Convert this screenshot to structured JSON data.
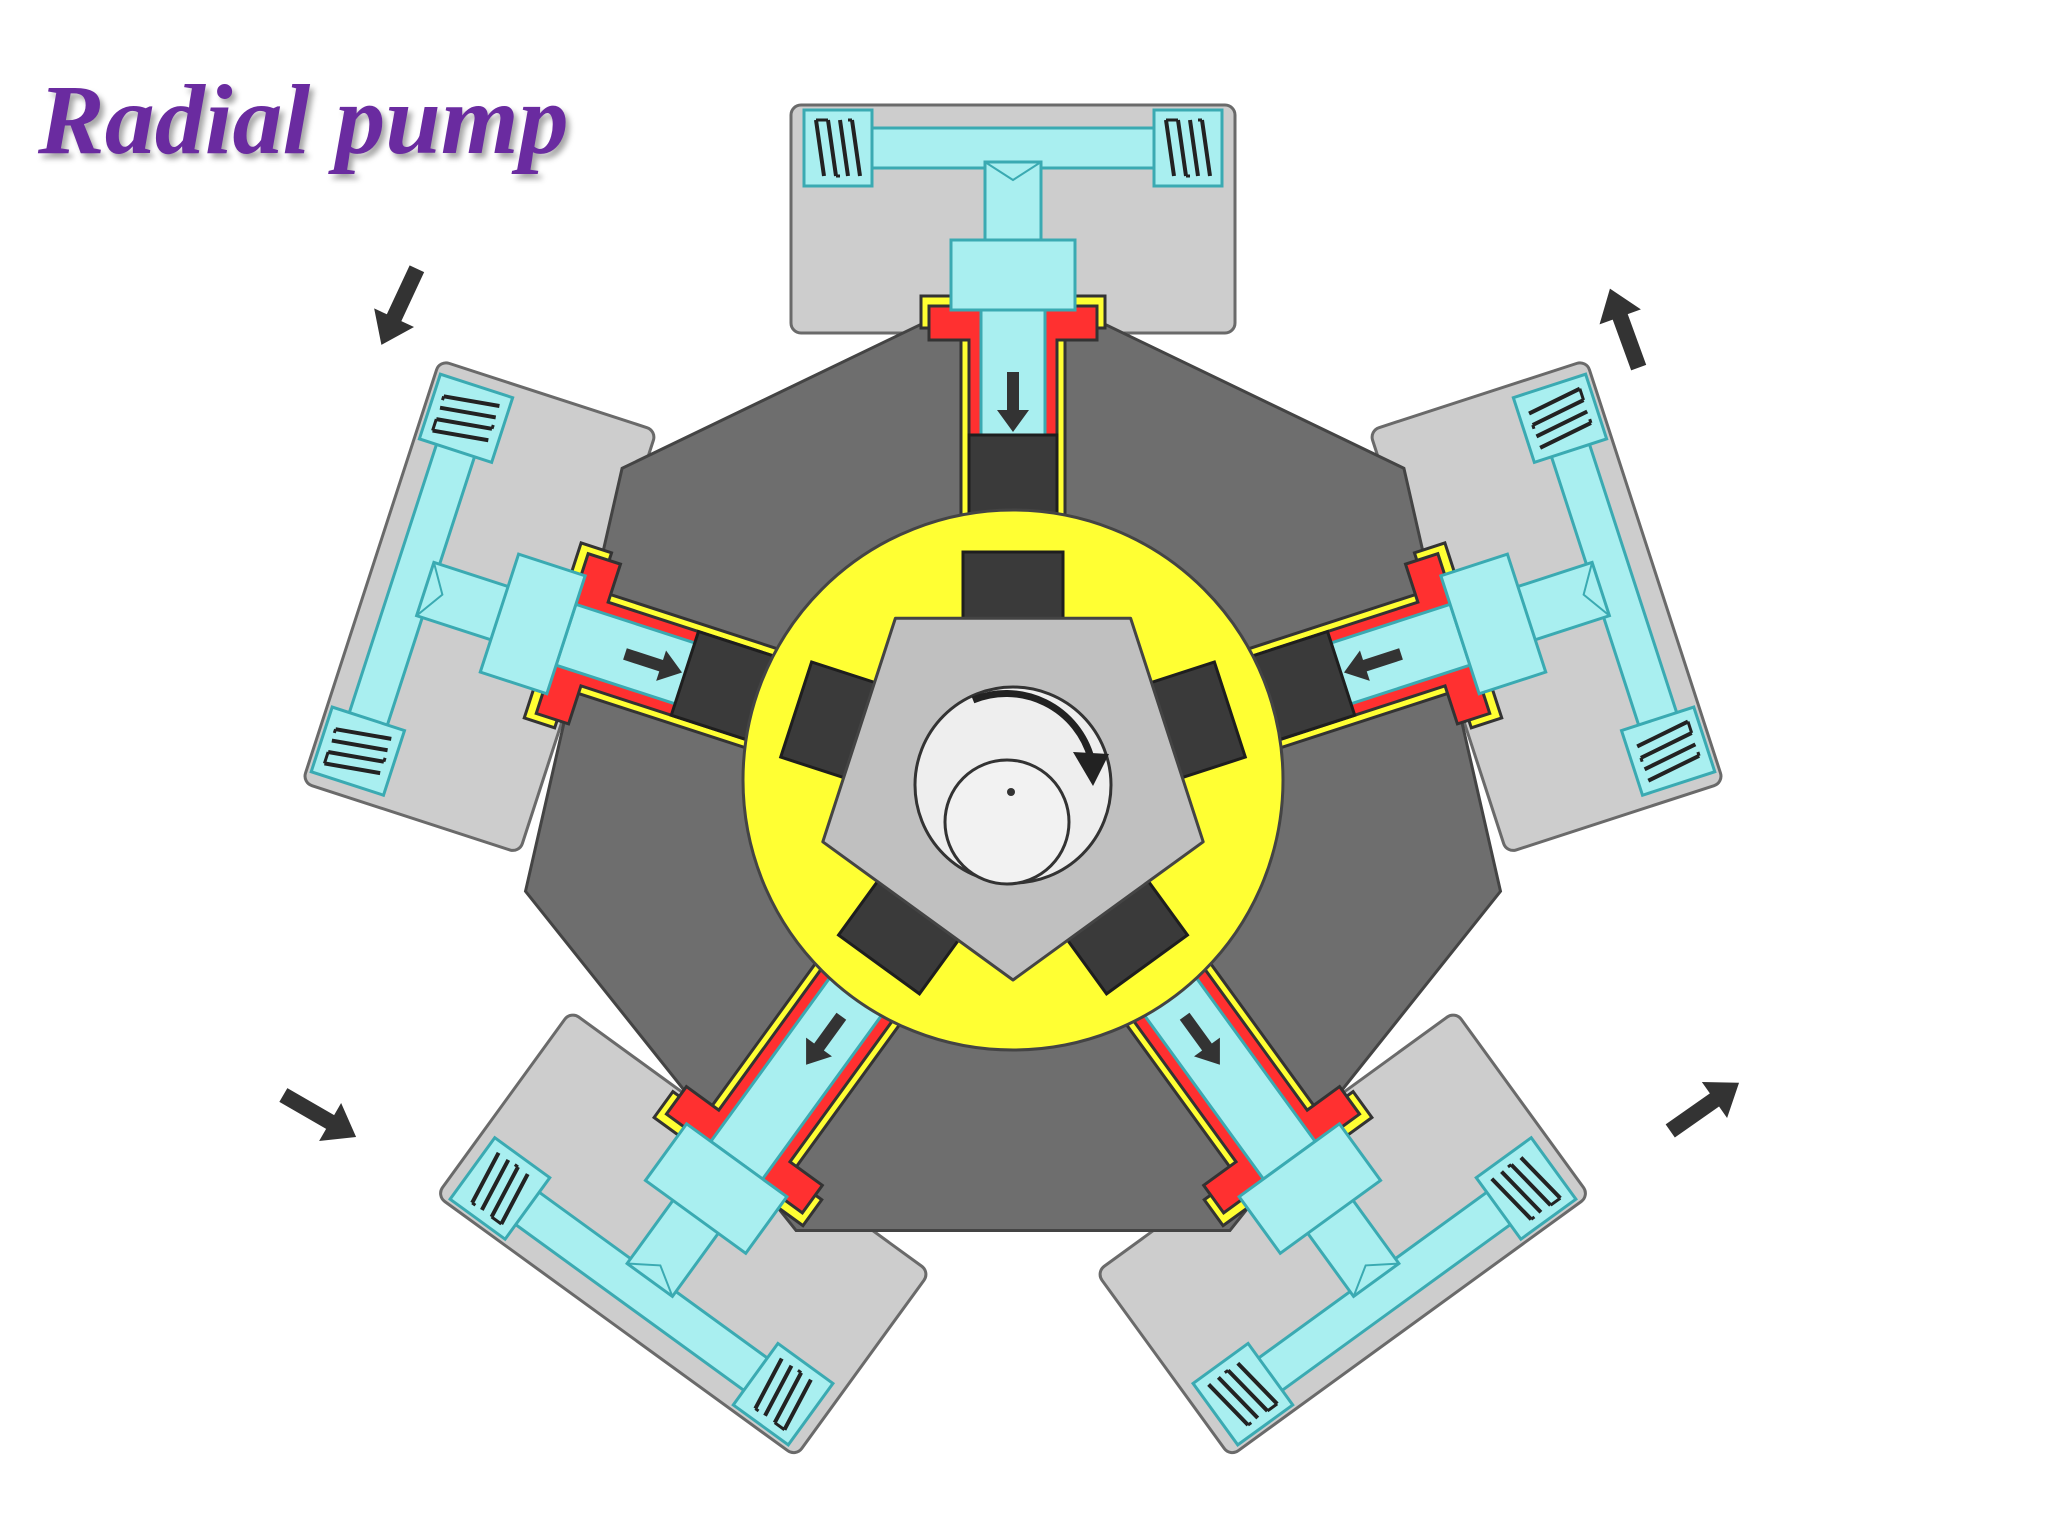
{
  "title": "Radial pump",
  "colors": {
    "title": "#6a2ba0",
    "casing": "#6e6e6e",
    "valve_block": "#cdcdcd",
    "cylinder_wall": "#ff3030",
    "liner": "#ffff33",
    "fluid": "#a9eff0",
    "fluid_outline": "#3aaab2",
    "piston": "#3a3a3a",
    "cam_ring": "#ffff33",
    "cam": "#c0c0c0",
    "arrow": "#333333"
  },
  "cylinders": [
    {
      "name": "top",
      "angle_deg": -90,
      "piston_state": "retracted"
    },
    {
      "name": "upper-right",
      "angle_deg": -18,
      "piston_state": "retracted"
    },
    {
      "name": "lower-right",
      "angle_deg": 54,
      "piston_state": "extended"
    },
    {
      "name": "lower-left",
      "angle_deg": 126,
      "piston_state": "extended"
    },
    {
      "name": "upper-left",
      "angle_deg": 198,
      "piston_state": "retracted"
    }
  ],
  "flow_arrows": [
    {
      "name": "inlet-upper-left",
      "direction": "in"
    },
    {
      "name": "outlet-upper-right",
      "direction": "out"
    },
    {
      "name": "outlet-lower-right",
      "direction": "out"
    },
    {
      "name": "inlet-lower-left",
      "direction": "in"
    }
  ],
  "rotation": "clockwise",
  "icons": {
    "rotation": "curved-arrow-icon",
    "flow": "arrow-icon",
    "spring": "spring-icon"
  }
}
